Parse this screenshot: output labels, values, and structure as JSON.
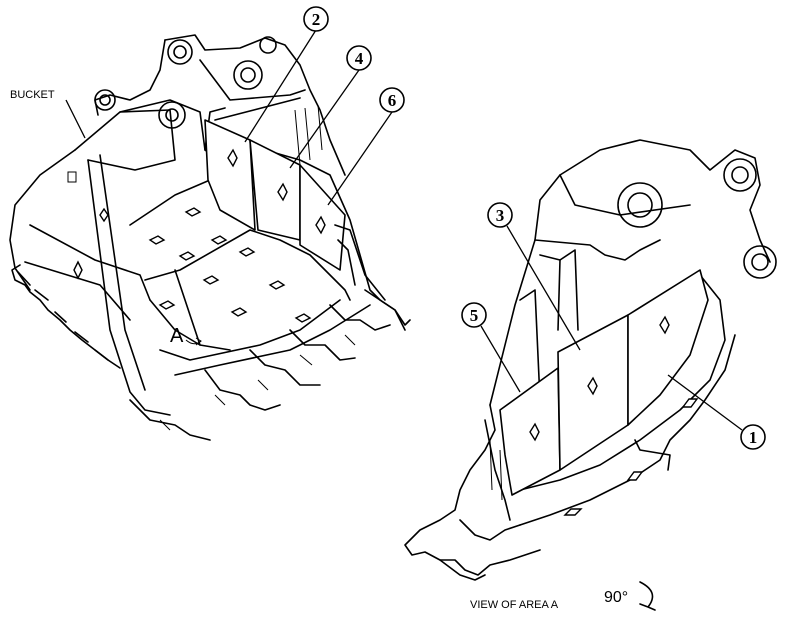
{
  "labels": {
    "bucket": "BUCKET",
    "area_marker": "A",
    "view_caption": "VIEW OF AREA A",
    "rotation": "90°"
  },
  "callouts": [
    "1",
    "2",
    "3",
    "4",
    "5",
    "6"
  ]
}
